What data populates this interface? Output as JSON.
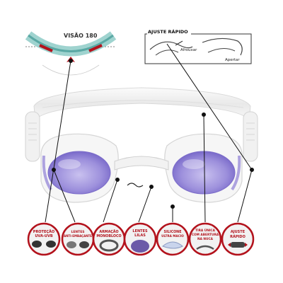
{
  "colors": {
    "accent_red": "#b3121c",
    "lens_purple": "#8e7fd6",
    "frame_white": "#f3f3f3",
    "callout_line": "#111111"
  },
  "inset_vision": {
    "label": "VISÃO 180"
  },
  "inset_adjust": {
    "title": "AJUSTE RÁPIDO",
    "loosen_label": "Afrouxar",
    "tighten_label": "Apertar"
  },
  "features": [
    {
      "icon": "uv-protection-icon",
      "lines": [
        "PROTEÇÃO",
        "UVA-UVB"
      ]
    },
    {
      "icon": "anti-fog-icon",
      "lines": [
        "LENTES",
        "ANTI-EMBAÇANTE"
      ]
    },
    {
      "icon": "monoblock-frame-icon",
      "lines": [
        "ARMAÇÃO",
        "MONOBLOCO"
      ]
    },
    {
      "icon": "lilac-lenses-icon",
      "lines": [
        "LENTES",
        "LILAS"
      ]
    },
    {
      "icon": "silicone-icon",
      "lines": [
        "SILICONE",
        "ULTRA MACIO"
      ]
    },
    {
      "icon": "single-strap-icon",
      "lines": [
        "TIRA ÚNICA",
        "COM ABERTURA",
        "NA NUCA"
      ]
    },
    {
      "icon": "quick-adjust-icon",
      "lines": [
        "AJUSTE",
        "RÁPIDO"
      ]
    }
  ]
}
